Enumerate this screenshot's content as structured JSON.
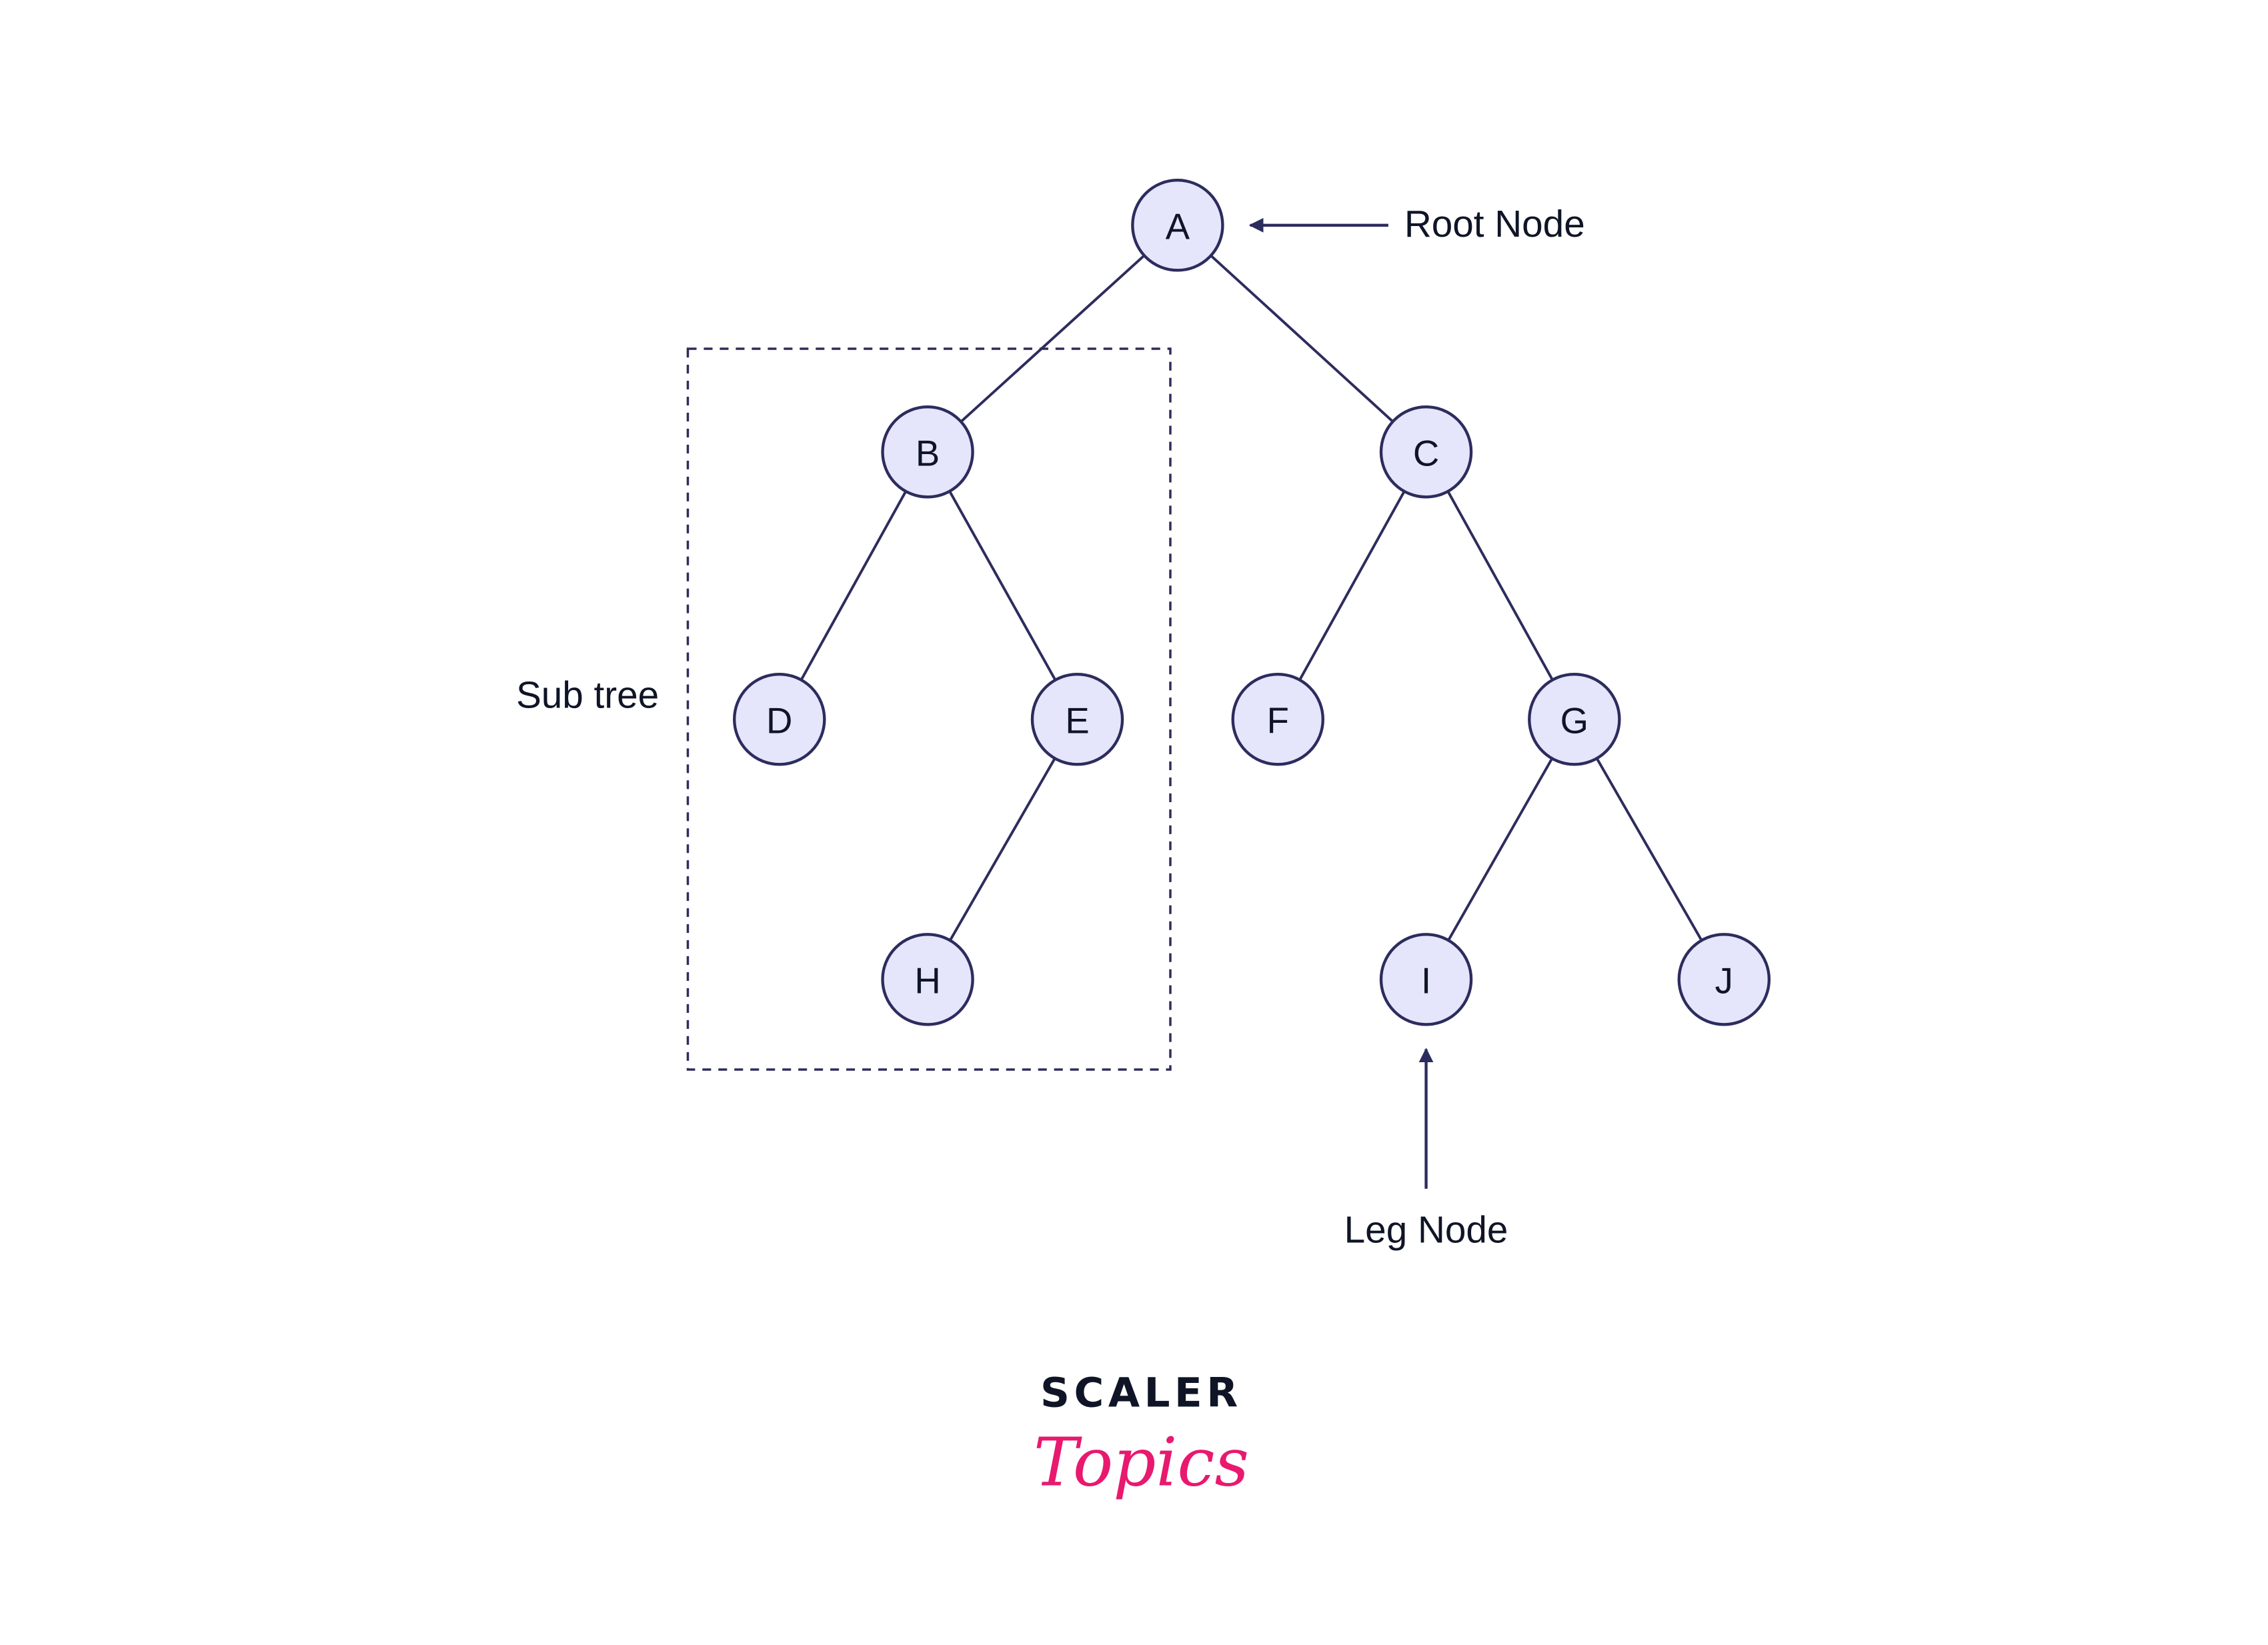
{
  "diagram": {
    "nodes": [
      "A",
      "B",
      "C",
      "D",
      "E",
      "F",
      "G",
      "H",
      "I",
      "J"
    ],
    "edges": [
      [
        "A",
        "B"
      ],
      [
        "A",
        "C"
      ],
      [
        "B",
        "D"
      ],
      [
        "B",
        "E"
      ],
      [
        "E",
        "H"
      ],
      [
        "C",
        "F"
      ],
      [
        "C",
        "G"
      ],
      [
        "G",
        "I"
      ],
      [
        "G",
        "J"
      ]
    ],
    "annotations": {
      "root_label": "Root Node",
      "leaf_label": "Leg Node",
      "subtree_label": "Sub tree"
    },
    "colors": {
      "node_fill": "#e5e6fb",
      "stroke": "#2d2c5e",
      "text": "#0f1526",
      "logo_dark": "#0f1526",
      "logo_pink": "#e8196f"
    }
  },
  "logo": {
    "line1": "SCALER",
    "line2": "Topics"
  }
}
